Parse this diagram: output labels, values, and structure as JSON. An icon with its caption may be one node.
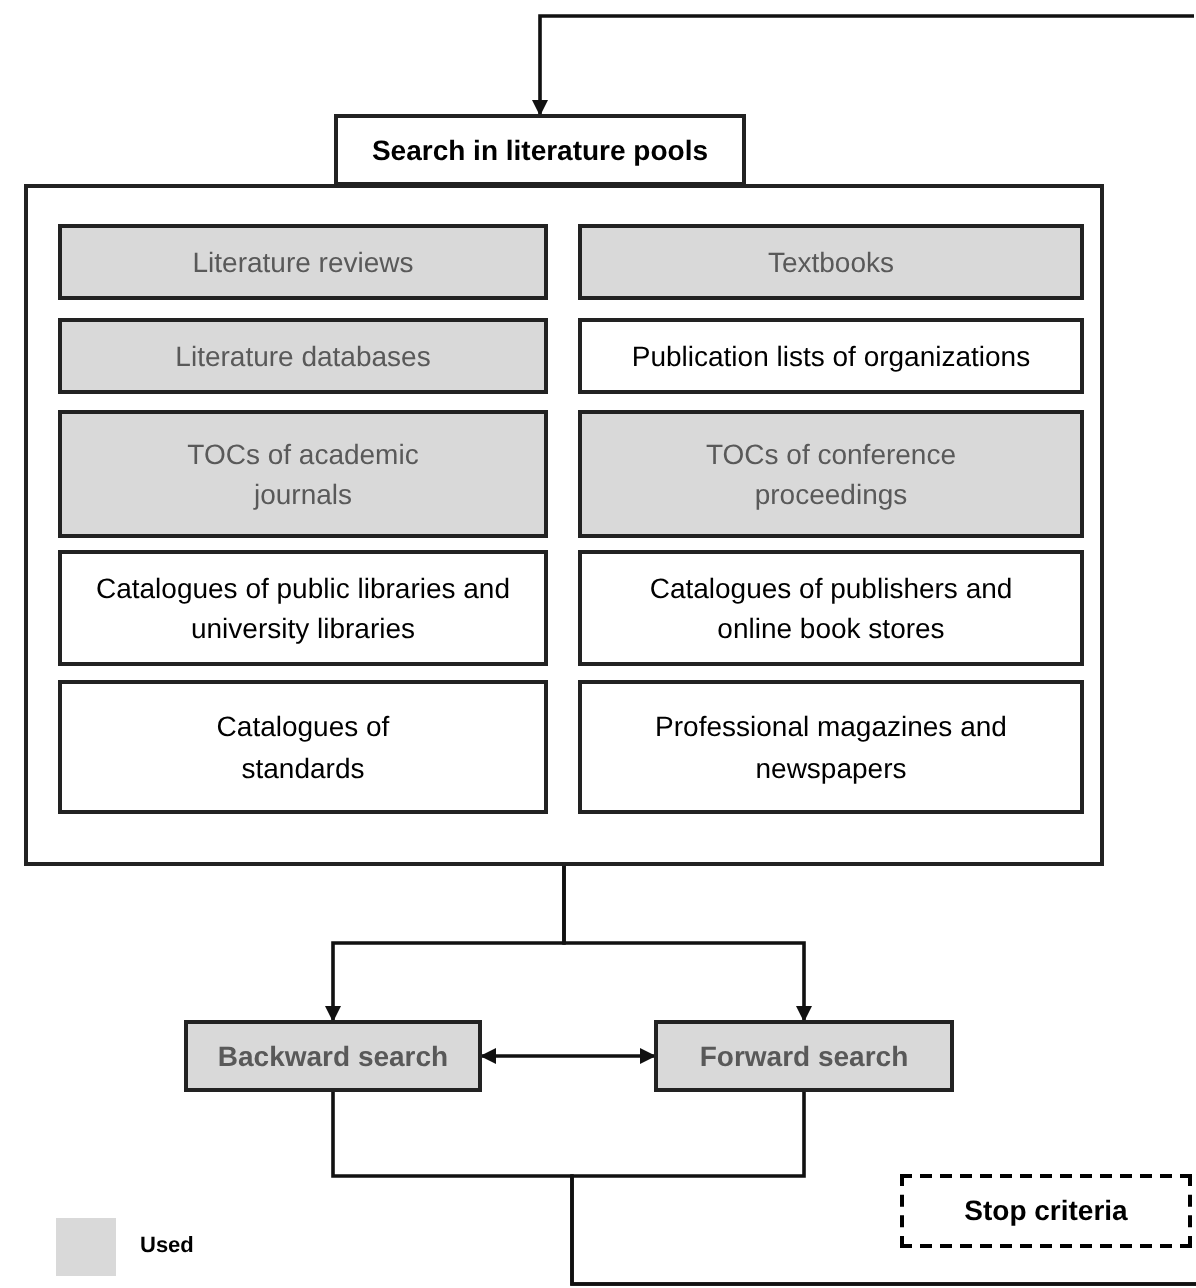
{
  "diagram": {
    "nodes": [
      {
        "text": [
          "Search in literature pools"
        ]
      },
      {
        "text": [],
        "shape": "box"
      },
      {
        "text": [
          "Literature reviews"
        ],
        "in": 1
      },
      {
        "text": [
          "Textbooks"
        ],
        "in": 1
      },
      {
        "text": [
          "Literature databases"
        ],
        "in": 1
      },
      {
        "text": [
          "Publication lists of organizations"
        ],
        "in": 1
      },
      {
        "text": [
          "TOCs of academic journals"
        ],
        "in": 1
      },
      {
        "text": [
          "TOCs of conference proceedings"
        ],
        "in": 1
      },
      {
        "text": [
          "Catalogues of public libraries and university libraries"
        ],
        "in": 1
      },
      {
        "text": [
          "Catalogues of publishers and online book stores"
        ],
        "in": 1
      },
      {
        "text": [
          "Catalogues of standards"
        ],
        "in": 1
      },
      {
        "text": [
          "Professional magazines and newspapers"
        ],
        "in": 1
      },
      {
        "text": [
          "Backward search"
        ]
      },
      {
        "text": [
          "Forward search"
        ]
      },
      {
        "text": [
          "Stop criteria"
        ]
      }
    ],
    "edges": [
      {
        "from": null,
        "to": 0,
        "arrow": "to"
      },
      {
        "from": 1,
        "to": 12,
        "arrow": "to"
      },
      {
        "from": 1,
        "to": 13,
        "arrow": "to"
      },
      {
        "from": 12,
        "to": 13,
        "arrow": "both"
      },
      {
        "from": 12,
        "to": null,
        "arrow": "none"
      },
      {
        "from": 13,
        "to": null,
        "arrow": "none"
      }
    ],
    "legend": [
      {
        "text": "Used",
        "color": "#d9d9d9"
      }
    ]
  }
}
